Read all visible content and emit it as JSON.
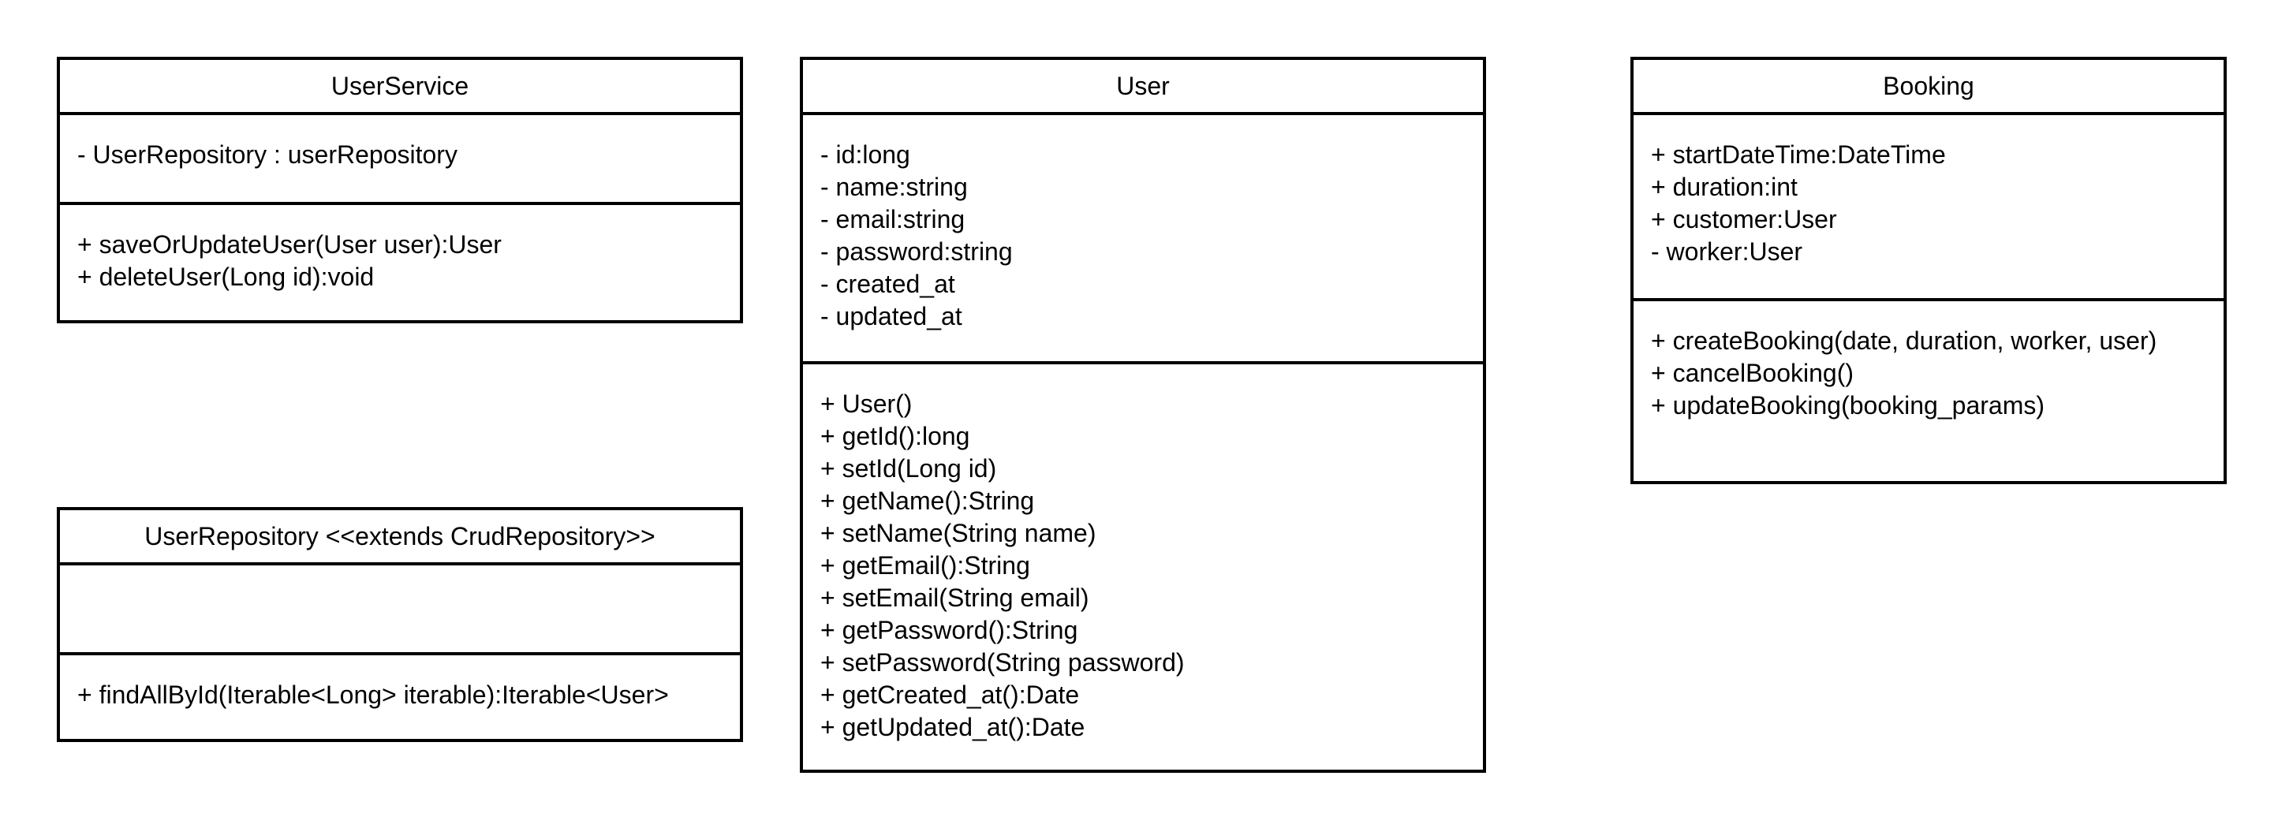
{
  "classes": {
    "user_service": {
      "name": "UserService",
      "attributes": [
        "- UserRepository : userRepository"
      ],
      "operations": [
        "+ saveOrUpdateUser(User user):User",
        "+ deleteUser(Long id):void"
      ]
    },
    "user_repository": {
      "name": "UserRepository <<extends CrudRepository>>",
      "attributes": [],
      "operations": [
        "+ findAllById(Iterable<Long> iterable):Iterable<User>"
      ]
    },
    "user": {
      "name": "User",
      "attributes": [
        "- id:long",
        "- name:string",
        "- email:string",
        "- password:string",
        "- created_at",
        "- updated_at"
      ],
      "operations": [
        "+ User()",
        "+ getId():long",
        "+ setId(Long id)",
        "+ getName():String",
        "+ setName(String name)",
        "+ getEmail():String",
        "+ setEmail(String email)",
        "+ getPassword():String",
        "+ setPassword(String password)",
        "+ getCreated_at():Date",
        "+ getUpdated_at():Date"
      ]
    },
    "booking": {
      "name": "Booking",
      "attributes": [
        "+ startDateTime:DateTime",
        "+ duration:int",
        "+ customer:User",
        "- worker:User"
      ],
      "operations": [
        "+ createBooking(date, duration, worker, user)",
        "+ cancelBooking()",
        "+ updateBooking(booking_params)"
      ]
    }
  }
}
